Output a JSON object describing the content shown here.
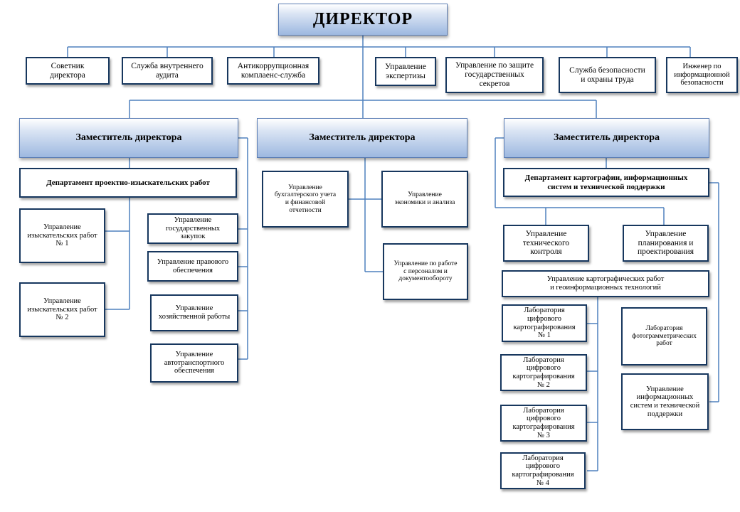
{
  "director": "ДИРЕКТОР",
  "top_units": [
    "Советник\nдиректора",
    "Служба внутреннего\nаудита",
    "Антикоррупционная\nкомплаенс-служба",
    "Управление\nэкспертизы",
    "Управление по защите\nгосударственных\nсекретов",
    "Служба безопасности\nи охраны труда",
    "Инженер по\nинформационной\nбезопасности"
  ],
  "deputies": [
    "Заместитель директора",
    "Заместитель директора",
    "Заместитель директора"
  ],
  "left_branch": {
    "department": "Департамент проектно-изыскательских работ",
    "survey_1": "Управление\nизыскательских работ\n№ 1",
    "survey_2": "Управление\nизыскательских работ\n№ 2",
    "procurement": "Управление\nгосударственных\nзакупок",
    "legal": "Управление  правового\nобеспечения",
    "economic_works": "Управление\nхозяйственной работы",
    "transport": "Управление\nавтотранспортного\nобеспечения"
  },
  "middle_branch": {
    "accounting": "Управление\nбухгалтерского учета\nи финансовой\nотчетности",
    "economics": "Управление\nэкономики и анализа",
    "personnel": "Управление по работе\nс персоналом и\nдокументообороту"
  },
  "right_branch": {
    "department": "Департамент картографии, информационных\nсистем  и технической поддержки",
    "tech_control": "Управление\nтехнического\nконтроля",
    "planning": "Управление\nпланирования и\nпроектирования",
    "cartography": "Управление картографических работ\nи геоинформационных технологий",
    "labs": [
      "Лаборатория\nцифрового\nкартографирования\n№ 1",
      "Лаборатория\nцифрового\nкартографирования\n№ 2",
      "Лаборатория\nцифрового\nкартографирования\n№ 3",
      "Лаборатория\nцифрового\nкартографирования\n№ 4"
    ],
    "photogrammetry": "Лаборатория\nфотограмметрических\nработ",
    "info_systems": "Управление\nинформационных\nсистем и технической\nподдержки"
  }
}
